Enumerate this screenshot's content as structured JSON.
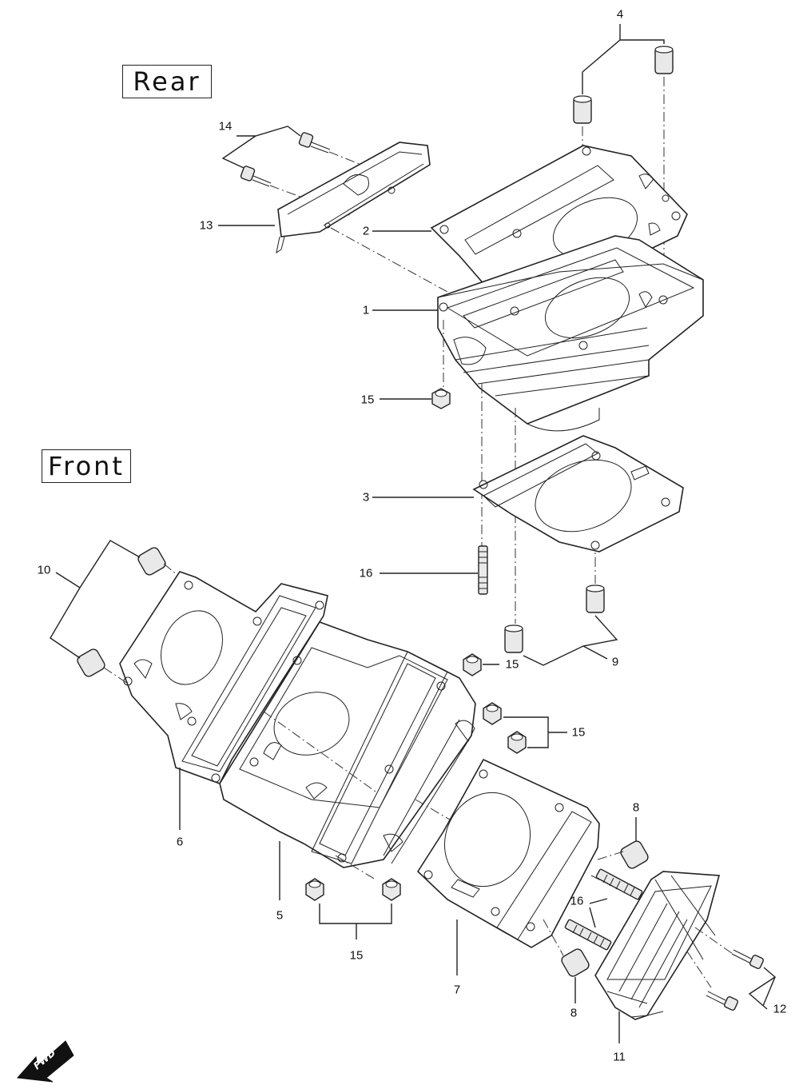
{
  "labels": {
    "rear": "Rear",
    "front": "Front",
    "fwd": "FWD"
  },
  "callouts": {
    "c1": "1",
    "c2": "2",
    "c3": "3",
    "c4": "4",
    "c5": "5",
    "c6": "6",
    "c7": "7",
    "c8a": "8",
    "c8b": "8",
    "c9": "9",
    "c10": "10",
    "c11": "11",
    "c12": "12",
    "c13": "13",
    "c14": "14",
    "c15a": "15",
    "c15b": "15",
    "c15c": "15",
    "c15d": "15",
    "c16a": "16",
    "c16b": "16"
  }
}
